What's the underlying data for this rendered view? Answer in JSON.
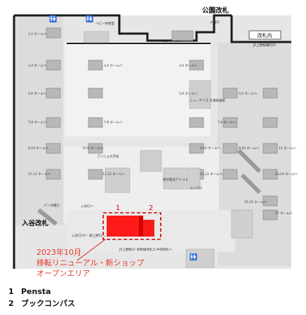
{
  "map": {
    "exit_top_right": "公園改札",
    "exit_left": "入谷改札",
    "ticket_gate_box": "改札内",
    "ticket_gate_sub": "JR上野駅構内3F",
    "park_exit_small": "公園口",
    "park_exit_small2": "公園改札",
    "announcement_line1": "2023年10月",
    "announcement_line2": "移転リニューアル・新ショップ",
    "announcement_line3": "オープンエリア",
    "marker_1": "1",
    "marker_2": "2",
    "labels": {
      "platform_1_2_left": "1,2 ホームへ",
      "platform_3_4_left": "3,4 ホームへ",
      "platform_5_6_left": "5,6 ホームへ",
      "platform_7_8_left": "7,8 ホームへ",
      "platform_9_10_left": "9,10 ホームへ",
      "platform_11_12_left": "11,12 ホームへ",
      "platform_1_2_mid": "1,2 ホームへ",
      "platform_3_4_mid": "3,4 ホームへ",
      "platform_3_4_mid2": "3,4 ホームへ",
      "platform_5_6_mid": "5,6 ホームへ",
      "platform_7_8_mid": "7,8 ホームへ",
      "platform_9_10_mid": "9,10 ホームへ",
      "platform_9_10_mid2": "9,10 ホームへ",
      "platform_11_12_mid": "11,12 ホームへ",
      "platform_11_12_mid2": "11,12 ホームへ",
      "platform_5_6_right": "5,6 ホームへ",
      "platform_7_8_right": "7,8 ホームへ",
      "platform_9_10_right": "9,10 ホームへ",
      "platform_12_right": "12 ホームへ",
      "platform_13_14_right": "13,14 ホームへ",
      "platform_15_16_right": "15,16 ホームへ",
      "platform_17_right": "17 ホームへ",
      "nursing_room": "ベビー休憩室",
      "new_days": "ニューデイズ 大連絡通路",
      "bungu": "ブンジョ大学前",
      "uniqlo": "ユニクロ",
      "paper_shop": "紙の製造アトリエ",
      "panda_bridge": "パンダ橋口",
      "iriya_entrance": "入谷口へ",
      "iriya_floor": "入谷口1ゲ・駅上野口へ",
      "jr_ueno": "JR上野駅1F 新幹線改札口 中央改札へ",
      "kouen_exit_arrow": "公園口へ"
    }
  },
  "legend": [
    {
      "num": "1",
      "name": "Pensta"
    },
    {
      "num": "2",
      "name": "ブックコンパス"
    }
  ],
  "colors": {
    "highlight": "#ff1a1a",
    "highlight_border": "#d40000",
    "announcement": "#e8392a",
    "floor": "#e6e6e6",
    "wall": "#1a1a1a"
  }
}
